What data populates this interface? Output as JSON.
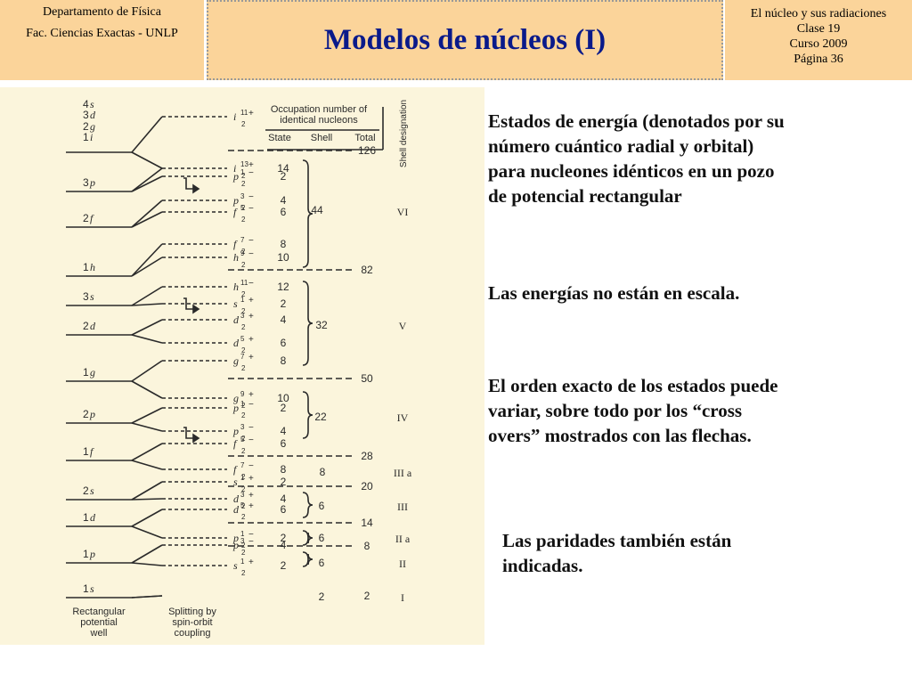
{
  "header": {
    "left": {
      "line1": "Departamento de Física",
      "line2": "Fac. Ciencias Exactas - UNLP"
    },
    "title": "Modelos de núcleos (I)",
    "right": {
      "line1": "El núcleo y sus radiaciones",
      "line2": "Clase 19",
      "line3": "Curso 2009",
      "line4": "Página 36"
    }
  },
  "diagram": {
    "header": {
      "occupation_line1": "Occupation number of",
      "occupation_line2": "identical nucleons",
      "col_state": "State",
      "col_shell": "Shell",
      "col_total": "Total",
      "col_designation": "Shell designation"
    },
    "footer": {
      "left": [
        "Rectangular",
        "potential",
        "well"
      ],
      "right": [
        "Splitting by",
        "spin-orbit",
        "coupling"
      ]
    },
    "levels": [
      {
        "label": "4s"
      },
      {
        "label": "3d"
      },
      {
        "label": "2g"
      },
      {
        "label": "1i"
      },
      {
        "label": "3p"
      },
      {
        "label": "2f"
      },
      {
        "label": "1h"
      },
      {
        "label": "3s"
      },
      {
        "label": "2d"
      },
      {
        "label": "1g"
      },
      {
        "label": "2p"
      },
      {
        "label": "1f"
      },
      {
        "label": "2s"
      },
      {
        "label": "1d"
      },
      {
        "label": "1p"
      },
      {
        "label": "1s"
      }
    ],
    "states": [
      {
        "name": "i",
        "j": "11",
        "parity": "+",
        "count": ""
      },
      {
        "name": "i",
        "j": "13",
        "parity": "+",
        "count": "14"
      },
      {
        "name": "p",
        "j": "1",
        "parity": "−",
        "count": "2"
      },
      {
        "name": "p",
        "j": "3",
        "parity": "−",
        "count": "4"
      },
      {
        "name": "f",
        "j": "5",
        "parity": "−",
        "count": "6"
      },
      {
        "name": "f",
        "j": "7",
        "parity": "−",
        "count": "8"
      },
      {
        "name": "h",
        "j": "9",
        "parity": "−",
        "count": "10"
      },
      {
        "name": "h",
        "j": "11",
        "parity": "−",
        "count": "12"
      },
      {
        "name": "s",
        "j": "1",
        "parity": "+",
        "count": "2"
      },
      {
        "name": "d",
        "j": "3",
        "parity": "+",
        "count": "4"
      },
      {
        "name": "d",
        "j": "5",
        "parity": "+",
        "count": "6"
      },
      {
        "name": "g",
        "j": "7",
        "parity": "+",
        "count": "8"
      },
      {
        "name": "g",
        "j": "9",
        "parity": "+",
        "count": "10"
      },
      {
        "name": "p",
        "j": "1",
        "parity": "−",
        "count": "2"
      },
      {
        "name": "p",
        "j": "3",
        "parity": "−",
        "count": "4"
      },
      {
        "name": "f",
        "j": "5",
        "parity": "−",
        "count": "6"
      },
      {
        "name": "f",
        "j": "7",
        "parity": "−",
        "count": "8"
      },
      {
        "name": "s",
        "j": "1",
        "parity": "+",
        "count": "2"
      },
      {
        "name": "d",
        "j": "3",
        "parity": "+",
        "count": "4"
      },
      {
        "name": "d",
        "j": "5",
        "parity": "+",
        "count": "6"
      },
      {
        "name": "p",
        "j": "1",
        "parity": "−",
        "count": "2"
      },
      {
        "name": "p",
        "j": "3",
        "parity": "−",
        "count": "4"
      },
      {
        "name": "s",
        "j": "1",
        "parity": "+",
        "count": "2"
      }
    ],
    "shells": [
      {
        "shell": "44",
        "designation": "VI"
      },
      {
        "shell": "32",
        "designation": "V"
      },
      {
        "shell": "22",
        "designation": "IV"
      },
      {
        "shell": "8",
        "designation": "III a"
      },
      {
        "shell": "6",
        "designation": "III"
      },
      {
        "shell": "6",
        "designation": "II a"
      },
      {
        "shell": "6",
        "designation": "II"
      },
      {
        "shell": "2",
        "designation": "I"
      }
    ],
    "magic_numbers": [
      "126",
      "82",
      "50",
      "28",
      "20",
      "14",
      "8",
      "2"
    ]
  },
  "text": {
    "p1_line1": "Estados de energía (denotados por su",
    "p1_line2": "número cuántico radial y orbital)",
    "p1_line3": "para nucleones idénticos en un pozo",
    "p1_line4": "de potencial rectangular",
    "p2": "Las energías no están en escala.",
    "p3_line1": "El orden exacto de los estados puede",
    "p3_line2": "variar, sobre todo por los “cross",
    "p3_line3": "overs” mostrados con las flechas.",
    "p4_line1": "Las paridades también están",
    "p4_line2": "indicadas."
  }
}
